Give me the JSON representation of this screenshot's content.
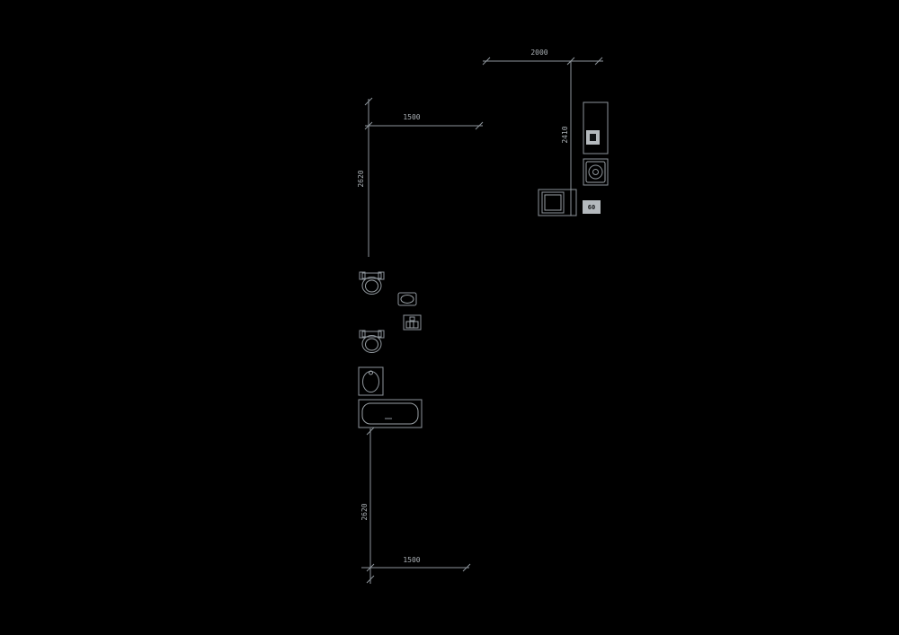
{
  "drawing": {
    "background": "#000000",
    "line_color": "#8e959b",
    "text_color": "#aab0b5",
    "labels": {
      "top_width": "2000",
      "top_right_height": "2410",
      "mid_width": "1500",
      "mid_height": "2620",
      "bottom_height": "2620",
      "bottom_width": "1500",
      "fixture_small": "60"
    }
  }
}
